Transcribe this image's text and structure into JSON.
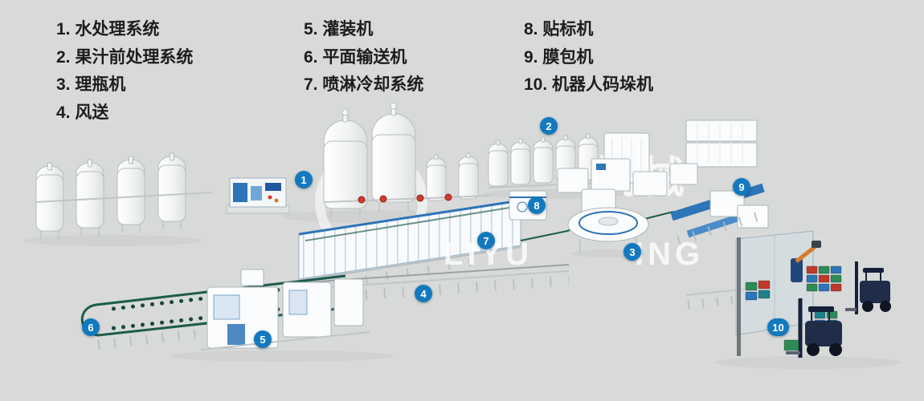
{
  "legend": {
    "col1": [
      "1. 水处理系统",
      "2. 果汁前处理系统",
      "3. 理瓶机",
      "4. 风送"
    ],
    "col2": [
      "5. 灌装机",
      "6. 平面输送机",
      "7. 喷淋冷却系统"
    ],
    "col3": [
      "8. 贴标机",
      "9. 膜包机",
      "10. 机器人码垛机"
    ]
  },
  "markers": {
    "list": [
      "1",
      "2",
      "3",
      "4",
      "5",
      "6",
      "7",
      "8",
      "9",
      "10"
    ],
    "meanings": [
      "水处理系统",
      "果汁前处理系统",
      "理瓶机",
      "风送",
      "灌装机",
      "平面输送机",
      "喷淋冷却系统",
      "贴标机",
      "膜包机",
      "机器人码垛机"
    ]
  },
  "watermark": {
    "cn": "机械",
    "latin_left": "LIYU",
    "latin_right": "ING"
  },
  "colors": {
    "background": "#d8dad9",
    "text": "#1d1d1b",
    "badge": "#1379bf",
    "machine_blue": "#2e74b8",
    "conveyor_green": "#1d5c4c"
  }
}
